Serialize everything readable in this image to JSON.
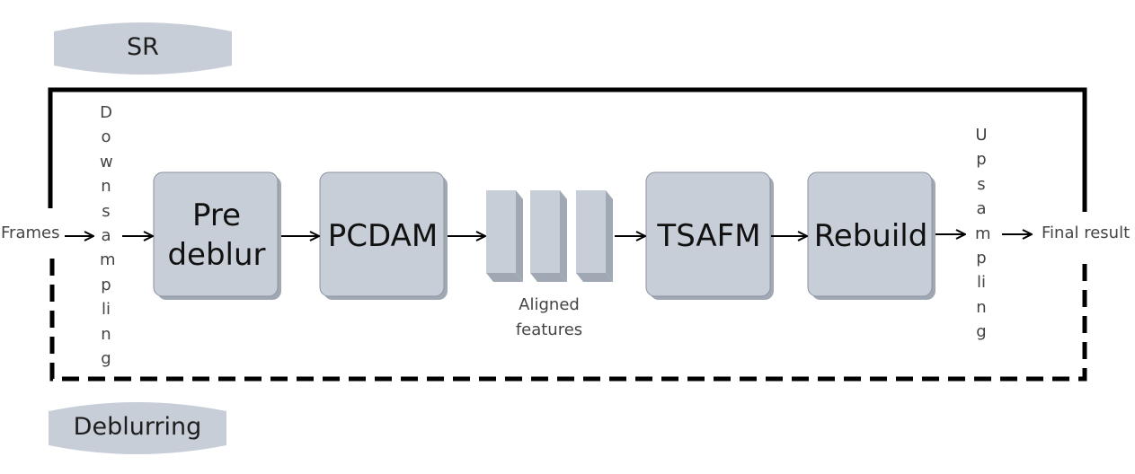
{
  "pills": {
    "sr": "SR",
    "deblurring": "Deblurring"
  },
  "labels": {
    "frames": "Frames",
    "downsampling": "Downsampling",
    "upsampling": "Upsampling",
    "final_result": "Final result",
    "aligned_features": "Aligned features"
  },
  "boxes": {
    "predeblur_line1": "Pre",
    "predeblur_line2": "deblur",
    "pcdam": "PCDAM",
    "tsafm": "TSAFM",
    "rebuild": "Rebuild"
  },
  "colors": {
    "box_fill": "#c8ced8",
    "box_shadow": "#a0a8b4",
    "line": "#000000"
  }
}
